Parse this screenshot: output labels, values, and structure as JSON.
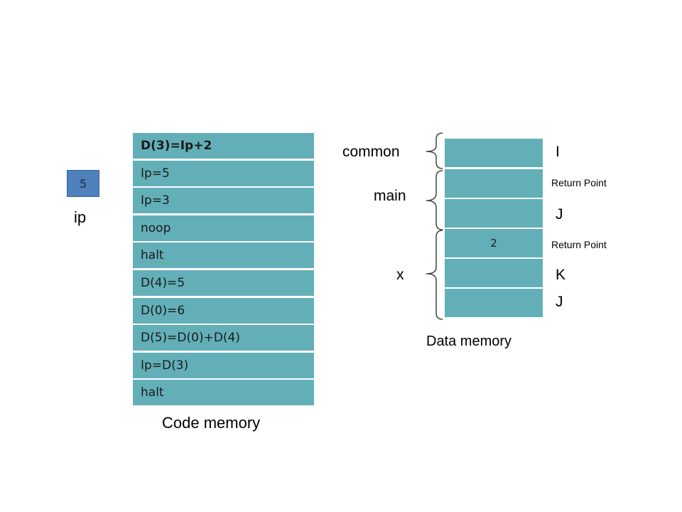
{
  "ip": {
    "value": "5",
    "label": "ip"
  },
  "code_memory": {
    "caption": "Code memory",
    "rows": [
      "D(3)=Ip+2",
      "Ip=5",
      "Ip=3",
      "noop",
      "halt",
      "D(4)=5",
      "D(0)=6",
      "D(5)=D(0)+D(4)",
      "Ip=D(3)",
      "halt"
    ]
  },
  "data_memory": {
    "caption": "Data memory",
    "cells": [
      "",
      "",
      "",
      "2",
      "",
      ""
    ],
    "segments": [
      "common",
      "main",
      "x"
    ],
    "cell_labels": [
      "I",
      "Return Point",
      "J",
      "Return Point",
      "K",
      "J"
    ]
  },
  "colors": {
    "cell": "#63afb8",
    "register": "#4f81bd"
  }
}
